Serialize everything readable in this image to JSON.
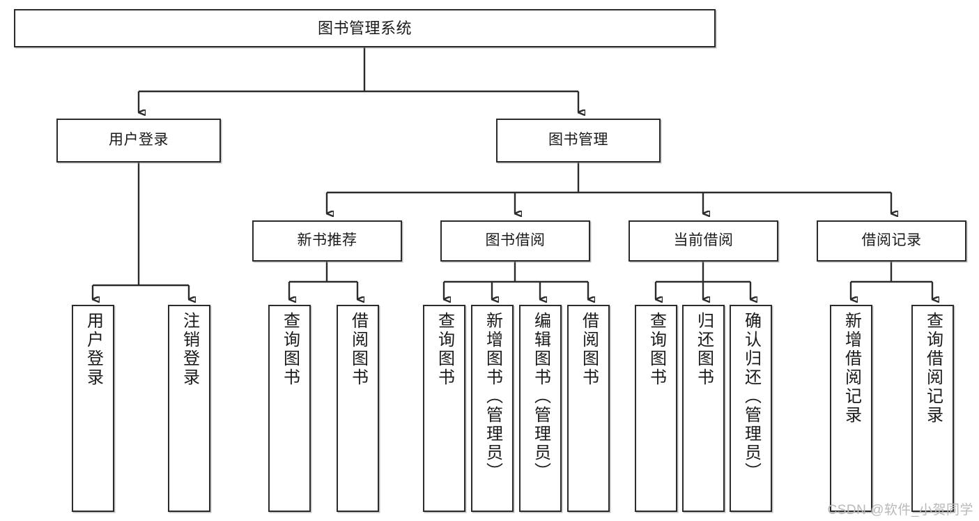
{
  "diagram": {
    "type": "tree",
    "title": "图书管理系统",
    "watermark": "CSDN @软件_小贺同学",
    "colors": {
      "box_border": "#2b2b2b",
      "box_fill": "#ffffff",
      "link": "#2b2b2b",
      "text": "#1a1a1a",
      "watermark": "#b9b9b9",
      "background": "#ffffff"
    },
    "nodes": {
      "root": {
        "label": "图书管理系统"
      },
      "level2": [
        {
          "id": "user-login",
          "label": "用户登录"
        },
        {
          "id": "book-manage",
          "label": "图书管理"
        }
      ],
      "level3": [
        {
          "id": "new-book-recommend",
          "label": "新书推荐"
        },
        {
          "id": "book-borrow",
          "label": "图书借阅"
        },
        {
          "id": "current-borrow",
          "label": "当前借阅"
        },
        {
          "id": "borrow-record",
          "label": "借阅记录"
        }
      ],
      "leaves": {
        "user_login": [
          {
            "id": "leaf-user-login",
            "label": "用户登录"
          },
          {
            "id": "leaf-user-logout",
            "label": "注销登录"
          }
        ],
        "new_book_recommend": [
          {
            "id": "leaf-query-book-1",
            "label": "查询图书"
          },
          {
            "id": "leaf-borrow-book-1",
            "label": "借阅图书"
          }
        ],
        "book_borrow": [
          {
            "id": "leaf-query-book-2",
            "label": "查询图书"
          },
          {
            "id": "leaf-add-book",
            "label": "新增图书（管理员）"
          },
          {
            "id": "leaf-edit-book",
            "label": "编辑图书（管理员）"
          },
          {
            "id": "leaf-borrow-book-2",
            "label": "借阅图书"
          }
        ],
        "current_borrow": [
          {
            "id": "leaf-query-book-3",
            "label": "查询图书"
          },
          {
            "id": "leaf-return-book",
            "label": "归还图书"
          },
          {
            "id": "leaf-confirm-return",
            "label": "确认归还（管理员）"
          }
        ],
        "borrow_record": [
          {
            "id": "leaf-add-record",
            "label": "新增借阅记录"
          },
          {
            "id": "leaf-query-record",
            "label": "查询借阅记录"
          }
        ]
      }
    },
    "edges": [
      {
        "from": "图书管理系统",
        "to": "用户登录"
      },
      {
        "from": "图书管理系统",
        "to": "图书管理"
      },
      {
        "from": "用户登录",
        "to": "用户登录"
      },
      {
        "from": "用户登录",
        "to": "注销登录"
      },
      {
        "from": "图书管理",
        "to": "新书推荐"
      },
      {
        "from": "图书管理",
        "to": "图书借阅"
      },
      {
        "from": "图书管理",
        "to": "当前借阅"
      },
      {
        "from": "图书管理",
        "to": "借阅记录"
      },
      {
        "from": "新书推荐",
        "to": "查询图书"
      },
      {
        "from": "新书推荐",
        "to": "借阅图书"
      },
      {
        "from": "图书借阅",
        "to": "查询图书"
      },
      {
        "from": "图书借阅",
        "to": "新增图书（管理员）"
      },
      {
        "from": "图书借阅",
        "to": "编辑图书（管理员）"
      },
      {
        "from": "图书借阅",
        "to": "借阅图书"
      },
      {
        "from": "当前借阅",
        "to": "查询图书"
      },
      {
        "from": "当前借阅",
        "to": "归还图书"
      },
      {
        "from": "当前借阅",
        "to": "确认归还（管理员）"
      },
      {
        "from": "借阅记录",
        "to": "新增借阅记录"
      },
      {
        "from": "借阅记录",
        "to": "查询借阅记录"
      }
    ]
  }
}
